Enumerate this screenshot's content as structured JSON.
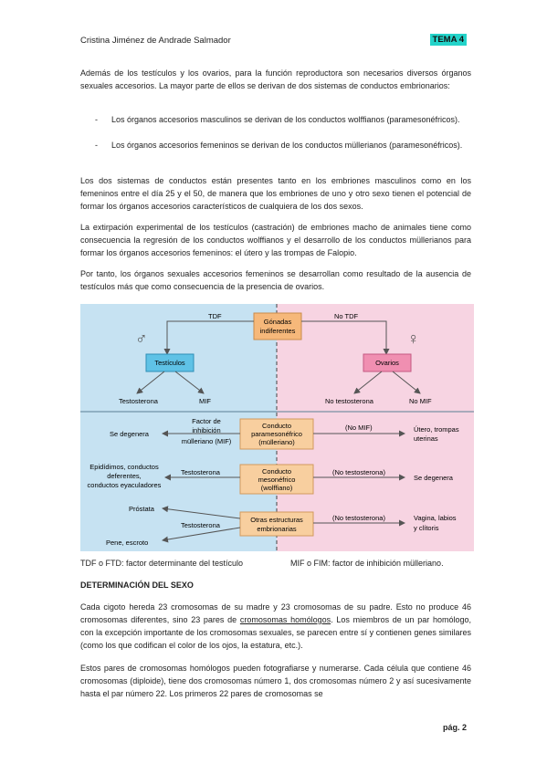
{
  "header": {
    "author": "Cristina Jiménez de Andrade Salmador",
    "tema": "TEMA 4"
  },
  "paragraphs": {
    "p1": "Además de los testículos  y los ovarios, para la función reproductora son necesarios diversos órganos sexuales accesorios. La mayor parte de ellos se derivan de dos sistemas de conductos embrionarios:",
    "b1": "Los órganos accesorios masculinos se derivan de los conductos wolffianos (paramesonéfricos).",
    "b2": "Los órganos accesorios femeninos se derivan de los conductos müllerianos (paramesonéfricos).",
    "p2": "Los dos sistemas de conductos están presentes tanto en los embriones masculinos como en los femeninos entre el día 25 y el 50, de manera que los embriones de uno y otro sexo tienen el potencial de formar los órganos  accesorios característicos de cualquiera de los dos sexos.",
    "p3": "La extirpación experimental de los testículos (castración) de embriones macho de animales tiene como consecuencia la regresión de los conductos wolffianos y el desarrollo de los conductos müllerianos para formar los órganos accesorios femeninos: el útero y las trompas de Falopio.",
    "p4": "Por tanto, los órganos sexuales accesorios femeninos se desarrollan como resultado de la ausencia de testículos más que como consecuencia de la presencia de ovarios.",
    "p5_pre": "Cada cigoto hereda 23 cromosomas de su madre y 23 cromosomas de su padre. Esto no produce 46 cromosomas diferentes, sino 23 pares de ",
    "p5_link": "cromosomas homólogos",
    "p5_post": ". Los miembros de un par homólogo, con la excepción importante de los cromosomas sexuales, se parecen entre sí y contienen genes similares (como los que codifican el color de los ojos, la estatura, etc.).",
    "p6": "Estos pares de cromosomas homólogos pueden fotografiarse y numerarse. Cada célula que contiene 46 cromosomas (diploide), tiene dos cromosomas número 1, dos cromosomas número 2 y así sucesivamente hasta el par número 22. Los primeros 22 pares de cromosomas se"
  },
  "figure": {
    "male_symbol": "♂",
    "female_symbol": "♀",
    "gonadas": [
      "Gónadas",
      "indiferentes"
    ],
    "tdf": "TDF",
    "no_tdf": "No TDF",
    "testiculos": "Testículos",
    "ovarios": "Ovarios",
    "testosterona": "Testosterona",
    "mif": "MIF",
    "no_testosterona": "No testosterona",
    "no_mif": "No MIF",
    "conducto_para": [
      "Conducto",
      "paramesonéfrico",
      "(mülleriano)"
    ],
    "conducto_meso": [
      "Conducto",
      "mesonéfrico",
      "(wolffiano)"
    ],
    "otras": [
      "Otras estructuras",
      "embrionarias"
    ],
    "se_degenera": "Se degenera",
    "factor_mif": [
      "Factor de",
      "inhibición",
      "mülleriano (MIF)"
    ],
    "paren_no_mif": "(No MIF)",
    "utero": [
      "Útero, trompas",
      "uterinas"
    ],
    "epididimos": [
      "Epidídimos, conductos",
      "deferentes,",
      "conductos eyaculadores"
    ],
    "paren_no_testo": "(No testosterona)",
    "prostata": "Próstata",
    "pene": "Pene, escroto",
    "vagina": [
      "Vagina, labios",
      "y clítoris"
    ],
    "colors": {
      "male_bg": "#c6e2f2",
      "female_bg": "#f7d4e2",
      "box_orange": "#f6b87a",
      "box_blue": "#5fc2e6",
      "box_pink": "#f08fb1",
      "box_peach": "#f8cf9f"
    }
  },
  "captions": {
    "left": "TDF o FTD: factor determinante del testículo",
    "right": "MIF o FIM: factor de inhibición mülleriano."
  },
  "heading": "DETERMINACIÓN DEL SEXO",
  "page_number": "pág. 2"
}
